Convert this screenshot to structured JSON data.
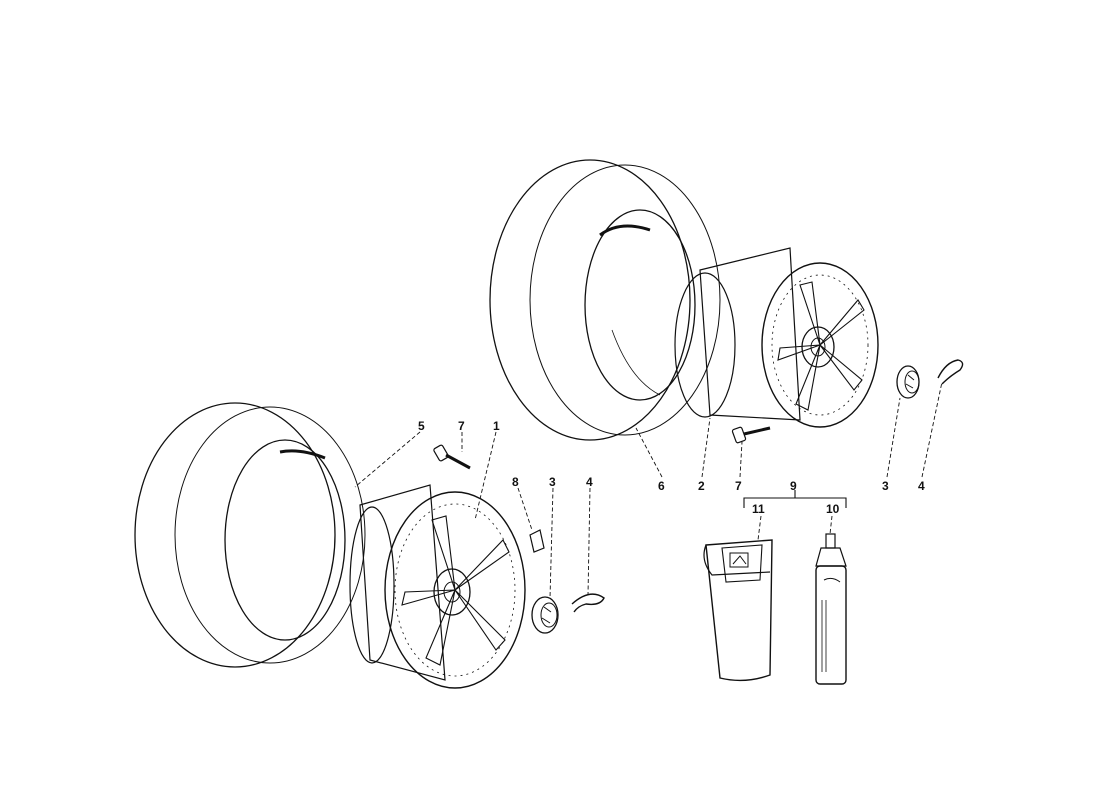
{
  "callouts": {
    "c1": "1",
    "c2": "2",
    "c3a": "3",
    "c3b": "3",
    "c4a": "4",
    "c4b": "4",
    "c5": "5",
    "c6": "6",
    "c7a": "7",
    "c7b": "7",
    "c8": "8",
    "c9": "9",
    "c10": "10",
    "c11": "11"
  },
  "icons": {
    "front-wheel-tire": "tire-icon",
    "front-wheel-rim": "rim-icon",
    "rear-wheel-tire": "tire-icon",
    "rear-wheel-rim": "rim-icon",
    "valve": "valve-icon",
    "hub-cap": "hub-cap-icon",
    "safety-clip": "clip-icon",
    "balance-weight": "weight-icon",
    "pouch": "bag-icon",
    "spray-can": "spray-can-icon"
  },
  "colors": {
    "ink": "#111111",
    "paper": "#ffffff"
  }
}
